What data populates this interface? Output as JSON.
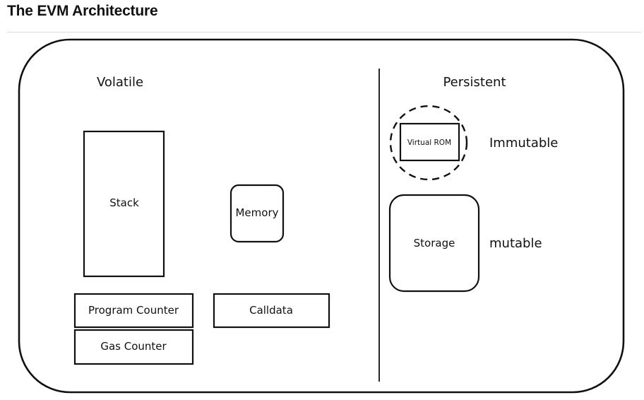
{
  "page": {
    "title": "The EVM Architecture"
  },
  "diagram": {
    "volatile": {
      "heading": "Volatile",
      "stack": "Stack",
      "memory": "Memory",
      "program_counter": "Program Counter",
      "gas_counter": "Gas Counter",
      "calldata": "Calldata"
    },
    "persistent": {
      "heading": "Persistent",
      "virtual_rom": "Virtual ROM",
      "storage": "Storage",
      "immutable_label": "Immutable",
      "mutable_label": "mutable"
    }
  }
}
